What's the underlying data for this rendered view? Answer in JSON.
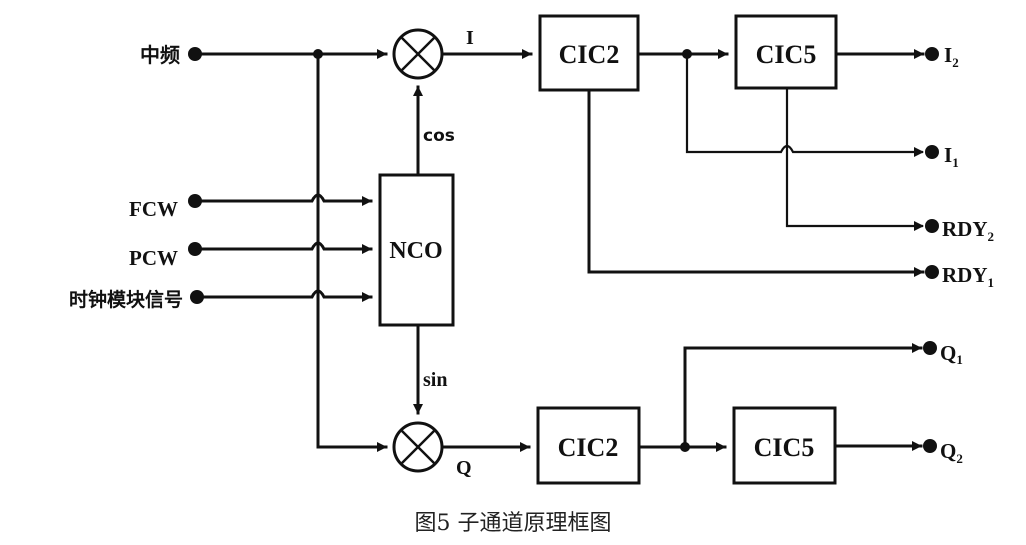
{
  "caption": "图5  子通道原理框图",
  "inputs": {
    "if": "中频",
    "fcw": "FCW",
    "pcw": "PCW",
    "clock": "时钟模块信号"
  },
  "blocks": {
    "nco": "NCO",
    "cic2_top": "CIC2",
    "cic5_top": "CIC5",
    "cic2_bottom": "CIC2",
    "cic5_bottom": "CIC5"
  },
  "signals": {
    "cos": "cos",
    "sin": "sin",
    "i": "I",
    "q": "Q"
  },
  "outputs": {
    "i2": {
      "base": "I",
      "sub": "2"
    },
    "i1": {
      "base": "I",
      "sub": "1"
    },
    "rdy2": {
      "base": "RDY",
      "sub": "2"
    },
    "rdy1": {
      "base": "RDY",
      "sub": "1"
    },
    "q1": {
      "base": "Q",
      "sub": "1"
    },
    "q2": {
      "base": "Q",
      "sub": "2"
    }
  }
}
